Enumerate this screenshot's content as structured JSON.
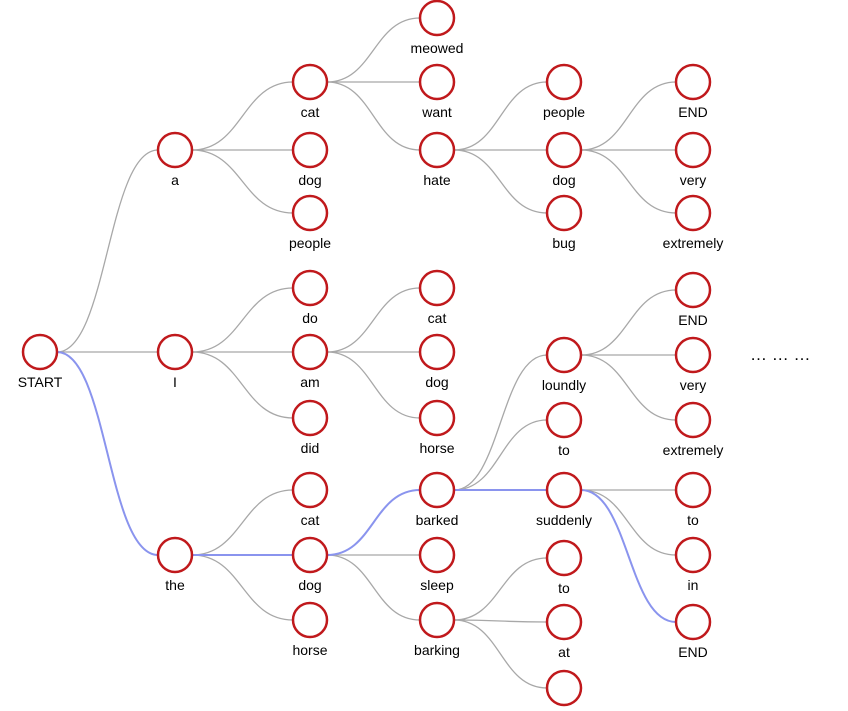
{
  "colors": {
    "node_stroke": "#c0191c",
    "node_fill": "#ffffff",
    "edge": "#a8a8a8",
    "highlight_edge": "#8a94ee",
    "text": "#000000"
  },
  "nodes": [
    {
      "id": "start",
      "label": "START"
    },
    {
      "id": "a",
      "label": "a"
    },
    {
      "id": "i",
      "label": "I"
    },
    {
      "id": "the",
      "label": "the"
    },
    {
      "id": "a_cat",
      "label": "cat"
    },
    {
      "id": "a_dog",
      "label": "dog"
    },
    {
      "id": "a_people",
      "label": "people"
    },
    {
      "id": "i_do",
      "label": "do"
    },
    {
      "id": "i_am",
      "label": "am"
    },
    {
      "id": "i_did",
      "label": "did"
    },
    {
      "id": "the_cat",
      "label": "cat"
    },
    {
      "id": "the_dog",
      "label": "dog"
    },
    {
      "id": "the_horse",
      "label": "horse"
    },
    {
      "id": "meowed",
      "label": "meowed"
    },
    {
      "id": "want",
      "label": "want"
    },
    {
      "id": "hate",
      "label": "hate"
    },
    {
      "id": "am_cat",
      "label": "cat"
    },
    {
      "id": "am_dog",
      "label": "dog"
    },
    {
      "id": "am_horse",
      "label": "horse"
    },
    {
      "id": "barked",
      "label": "barked"
    },
    {
      "id": "sleep",
      "label": "sleep"
    },
    {
      "id": "barking",
      "label": "barking"
    },
    {
      "id": "hate_people",
      "label": "people"
    },
    {
      "id": "hate_dog",
      "label": "dog"
    },
    {
      "id": "hate_bug",
      "label": "bug"
    },
    {
      "id": "loundly",
      "label": "loundly"
    },
    {
      "id": "barked_to",
      "label": "to"
    },
    {
      "id": "suddenly",
      "label": "suddenly"
    },
    {
      "id": "barking_to",
      "label": "to"
    },
    {
      "id": "barking_at",
      "label": "at"
    },
    {
      "id": "barking_blank",
      "label": ""
    },
    {
      "id": "hd_end",
      "label": "END"
    },
    {
      "id": "hd_very",
      "label": "very"
    },
    {
      "id": "hd_extremely",
      "label": "extremely"
    },
    {
      "id": "l_end",
      "label": "END"
    },
    {
      "id": "l_very",
      "label": "very"
    },
    {
      "id": "l_extremely",
      "label": "extremely"
    },
    {
      "id": "s_to",
      "label": "to"
    },
    {
      "id": "s_in",
      "label": "in"
    },
    {
      "id": "s_end",
      "label": "END"
    }
  ],
  "edges": [
    [
      "start",
      "a",
      false
    ],
    [
      "start",
      "i",
      false
    ],
    [
      "start",
      "the",
      true
    ],
    [
      "a",
      "a_cat",
      false
    ],
    [
      "a",
      "a_dog",
      false
    ],
    [
      "a",
      "a_people",
      false
    ],
    [
      "i",
      "i_do",
      false
    ],
    [
      "i",
      "i_am",
      false
    ],
    [
      "i",
      "i_did",
      false
    ],
    [
      "the",
      "the_cat",
      false
    ],
    [
      "the",
      "the_dog",
      true
    ],
    [
      "the",
      "the_horse",
      false
    ],
    [
      "a_cat",
      "meowed",
      false
    ],
    [
      "a_cat",
      "want",
      false
    ],
    [
      "a_cat",
      "hate",
      false
    ],
    [
      "i_am",
      "am_cat",
      false
    ],
    [
      "i_am",
      "am_dog",
      false
    ],
    [
      "i_am",
      "am_horse",
      false
    ],
    [
      "the_dog",
      "barked",
      true
    ],
    [
      "the_dog",
      "sleep",
      false
    ],
    [
      "the_dog",
      "barking",
      false
    ],
    [
      "hate",
      "hate_people",
      false
    ],
    [
      "hate",
      "hate_dog",
      false
    ],
    [
      "hate",
      "hate_bug",
      false
    ],
    [
      "barked",
      "loundly",
      false
    ],
    [
      "barked",
      "barked_to",
      false
    ],
    [
      "barked",
      "suddenly",
      true
    ],
    [
      "barking",
      "barking_to",
      false
    ],
    [
      "barking",
      "barking_at",
      false
    ],
    [
      "barking",
      "barking_blank",
      false
    ],
    [
      "hate_dog",
      "hd_end",
      false
    ],
    [
      "hate_dog",
      "hd_very",
      false
    ],
    [
      "hate_dog",
      "hd_extremely",
      false
    ],
    [
      "loundly",
      "l_end",
      false
    ],
    [
      "loundly",
      "l_very",
      false
    ],
    [
      "loundly",
      "l_extremely",
      false
    ],
    [
      "suddenly",
      "s_to",
      false
    ],
    [
      "suddenly",
      "s_in",
      false
    ],
    [
      "suddenly",
      "s_end",
      true
    ]
  ],
  "ellipsis": "… … …"
}
